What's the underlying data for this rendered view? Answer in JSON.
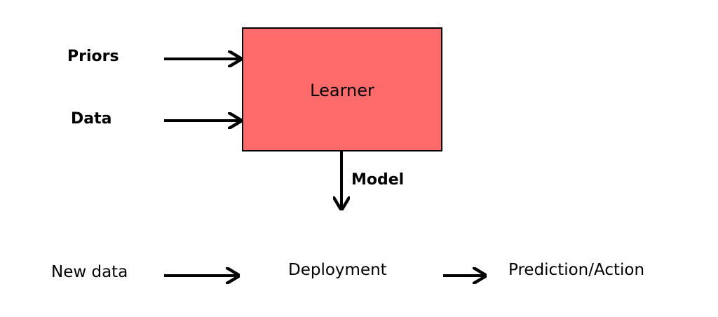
{
  "diagram": {
    "learner": "Learner",
    "inputs": {
      "priors": "Priors",
      "data": "Data"
    },
    "model": "Model",
    "pipeline": {
      "new_data": "New data",
      "deployment": "Deployment",
      "prediction": "Prediction/Action"
    },
    "colors": {
      "learner_fill": "#ff6a6a",
      "arrow": "#000000"
    }
  }
}
